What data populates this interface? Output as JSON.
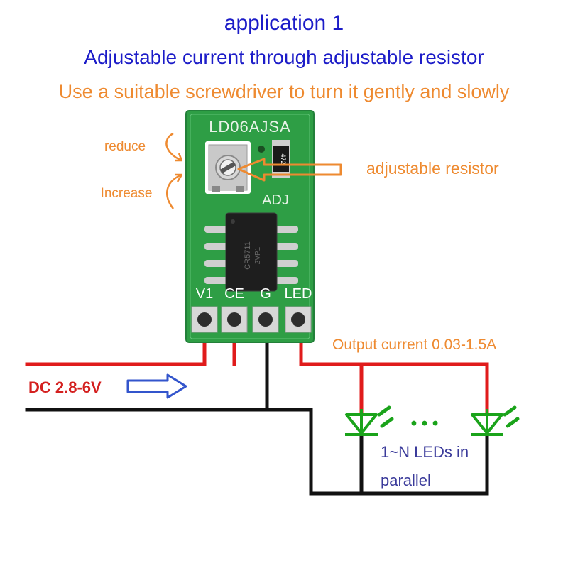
{
  "header": {
    "line1": "application 1",
    "line2": "Adjustable current through adjustable resistor",
    "line3": "Use a suitable screwdriver to turn it gently and slowly"
  },
  "board": {
    "model": "LD06AJSA",
    "adj_label": "ADJ",
    "resistor_code": "472",
    "chip_marking_1": "CR5711",
    "chip_marking_2": "2VP1",
    "pins": [
      "V1",
      "CE",
      "G",
      "LED"
    ]
  },
  "annotations": {
    "reduce": "reduce",
    "increase": "Increase",
    "adjustable_resistor": "adjustable resistor",
    "output_current": "Output current 0.03-1.5A",
    "dc_input": "DC 2.8-6V",
    "leds_line1": "1~N LEDs in",
    "leds_line2": "parallel",
    "ellipsis": "• • •"
  },
  "colors": {
    "title_blue": "#1c1cc8",
    "orange": "#ee8a30",
    "wire_red": "#e01b1b",
    "wire_black": "#111111",
    "led_green": "#1aa31a",
    "pcb_green": "#2e9e45",
    "input_label_red": "#d4201f",
    "arrow_blue": "#3355cc",
    "leds_label_blue": "#3a3a9a"
  }
}
